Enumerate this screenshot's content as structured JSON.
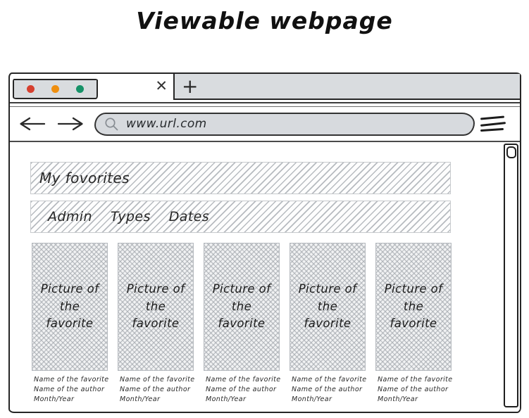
{
  "page_title": "Viewable webpage",
  "colors": {
    "traffic_lights": [
      "#d6402f",
      "#ef8f10",
      "#169268"
    ],
    "chrome_fill": "#d9dcdf",
    "ink": "#262626"
  },
  "icons": {
    "close_tab": "✕",
    "new_tab": "+",
    "search": "magnifier",
    "menu": "hamburger-lines",
    "back": "arrow-left",
    "forward": "arrow-right"
  },
  "browser_window": {
    "nav_bar": {
      "url_value": "www.url.com"
    },
    "webpage": {
      "heading": "My fovorites",
      "menu_items": [
        "Admin",
        "Types",
        "Dates"
      ],
      "cards": [
        {
          "picture_placeholder": "Picture of the favorite",
          "name": "Name of the favorite",
          "author": "Name of the author",
          "date": "Month/Year"
        },
        {
          "picture_placeholder": "Picture of the favorite",
          "name": "Name of the favorite",
          "author": "Name of the author",
          "date": "Month/Year"
        },
        {
          "picture_placeholder": "Picture of the favorite",
          "name": "Name of the favorite",
          "author": "Name of the author",
          "date": "Month/Year"
        },
        {
          "picture_placeholder": "Picture of the favorite",
          "name": "Name of the favorite",
          "author": "Name of the author",
          "date": "Month/Year"
        },
        {
          "picture_placeholder": "Picture of the favorite",
          "name": "Name of the favorite",
          "author": "Name of the author",
          "date": "Month/Year"
        }
      ]
    }
  }
}
